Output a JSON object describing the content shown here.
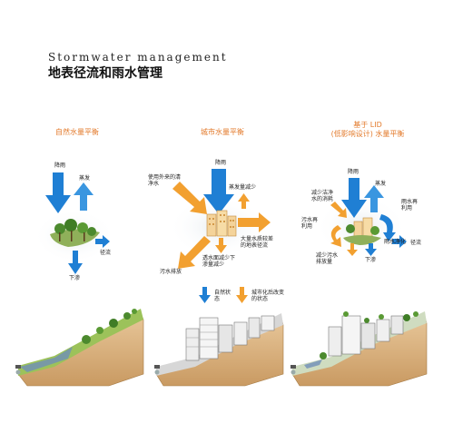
{
  "header": {
    "title_en": "Stormwater management",
    "title_cn": "地表径流和雨水管理"
  },
  "panels": {
    "natural": {
      "title": "自然水量平衡",
      "labels": {
        "rain": "降雨",
        "evap": "蒸发",
        "runoff": "径流",
        "infil": "下渗"
      }
    },
    "urban": {
      "title": "城市水量平衡",
      "labels": {
        "rain": "降雨",
        "clean_water": "使用外来的清净水",
        "evap_less": "蒸发量减少",
        "runoff_more": "大量水质较差的地表径流",
        "sewage": "污水排放",
        "infil_less": "透水面减少下渗量减少"
      }
    },
    "lid": {
      "title_line1": "基于 LID",
      "title_line2": "(低影响设计) 水量平衡",
      "labels": {
        "rain": "降雨",
        "evap": "蒸发",
        "reduce_clean": "减少洁净水的消耗",
        "reuse_sewage": "污水再利用",
        "reuse_rain": "雨水再利用",
        "runoff": "径流",
        "purify": "雨水净化",
        "reduce_sewage": "减少污水排放量",
        "infil": "下渗"
      }
    }
  },
  "legend": {
    "natural_state": "自然状态",
    "urban_state": "城市化后改变的状态"
  },
  "colors": {
    "blue": "#1f7fd4",
    "orange": "#f2a030",
    "title_orange": "#e37a2b"
  }
}
